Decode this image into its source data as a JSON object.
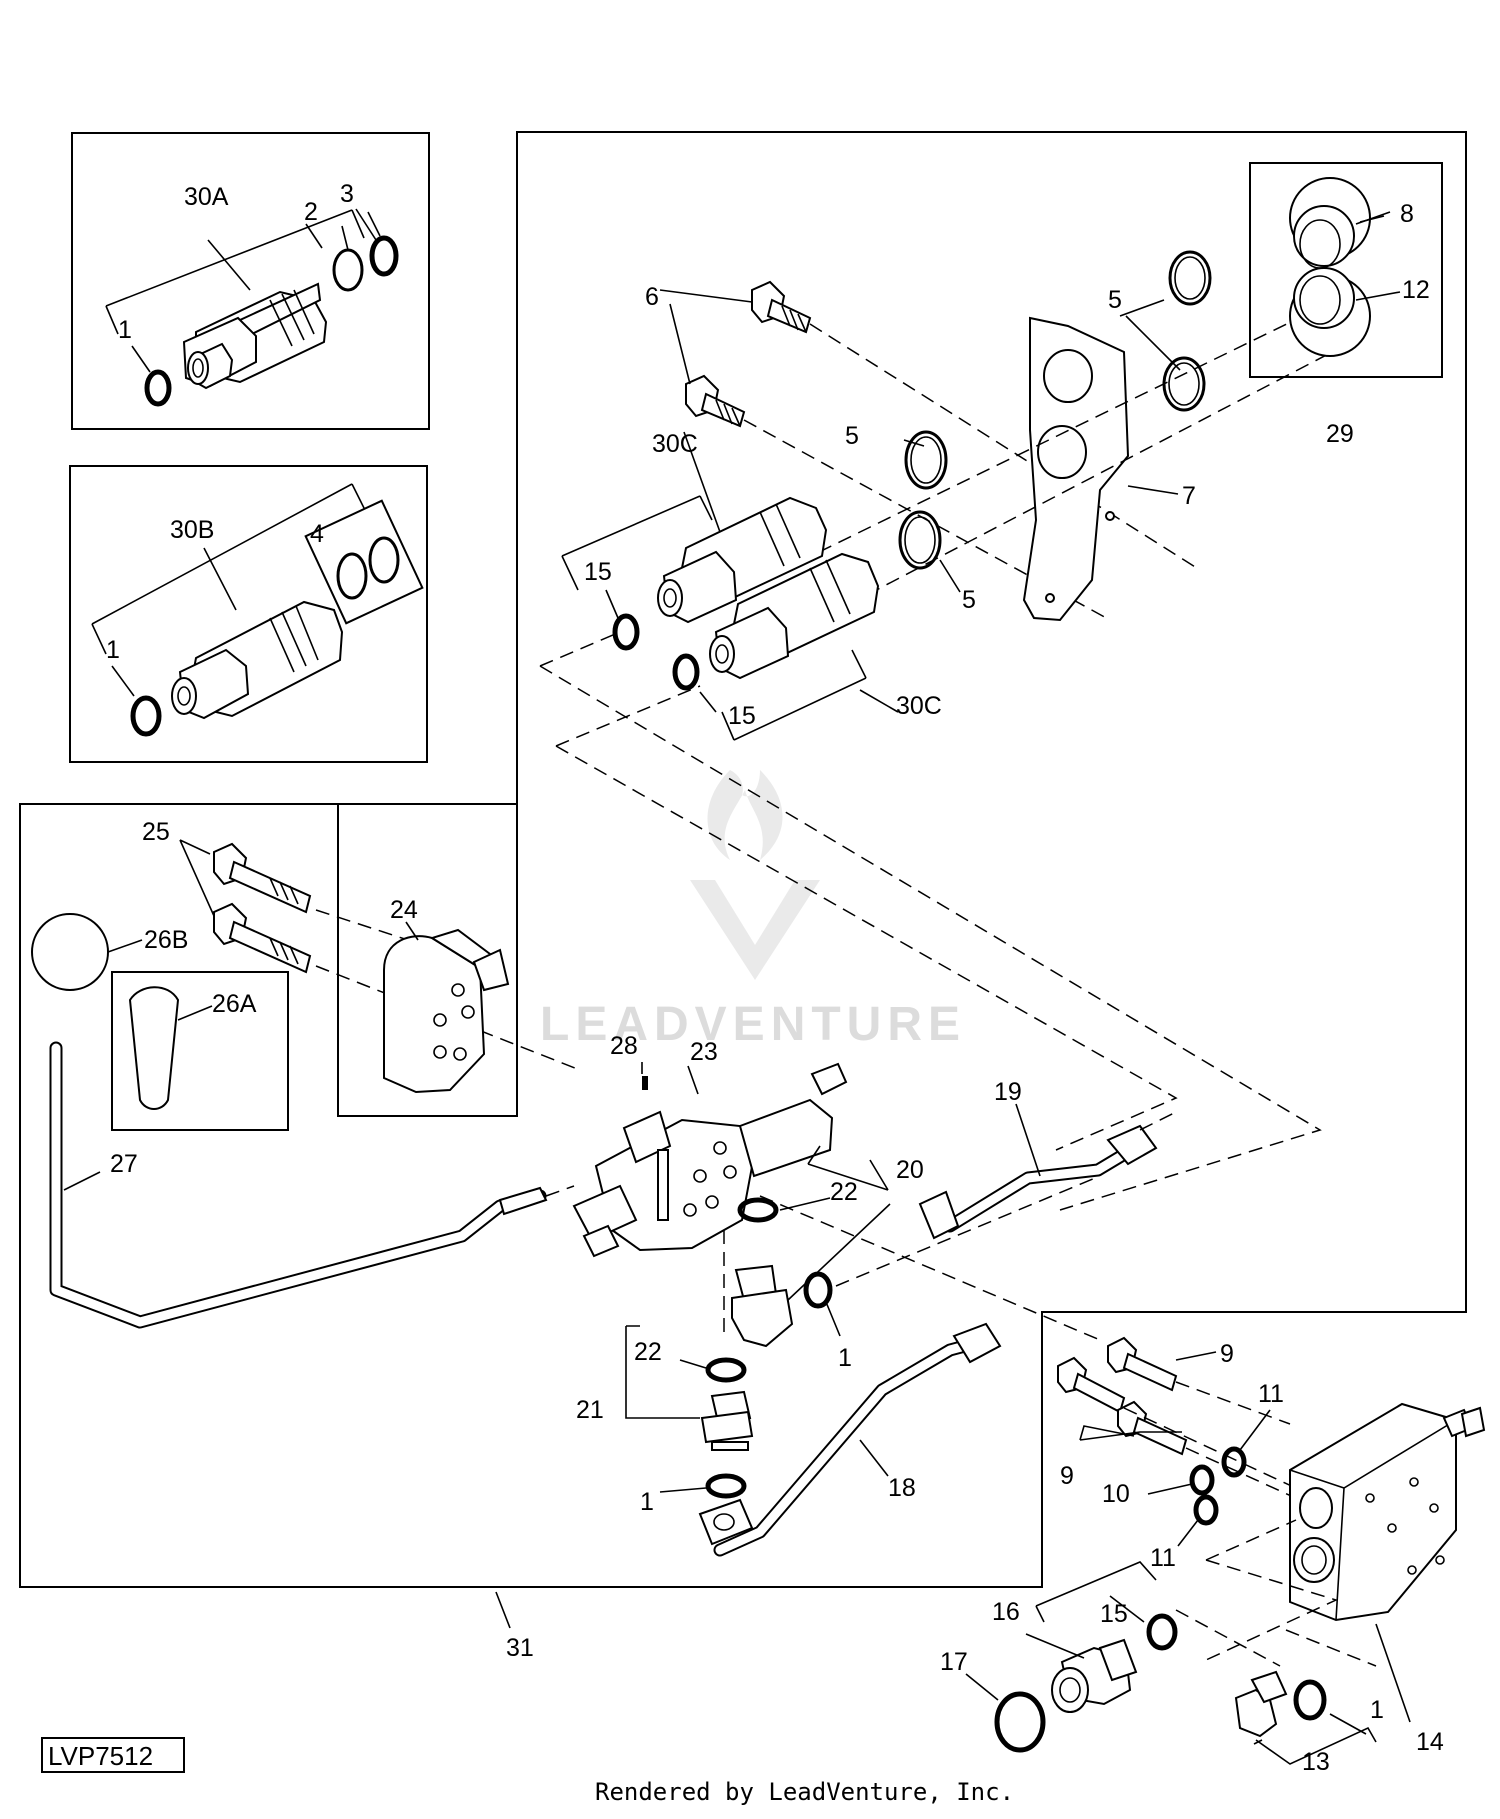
{
  "diagram": {
    "callouts": {
      "c1a": "1",
      "c2": "2",
      "c3": "3",
      "c30A": "30A",
      "c1b": "1",
      "c30B": "30B",
      "c4": "4",
      "c6": "6",
      "c5a": "5",
      "c8": "8",
      "c12": "12",
      "c29": "29",
      "c30Ca": "30C",
      "c5b": "5",
      "c5c": "5",
      "c7": "7",
      "c15a": "15",
      "c15b": "15",
      "c30Cb": "30C",
      "c25": "25",
      "c24": "24",
      "c26B": "26B",
      "c26A": "26A",
      "c28": "28",
      "c23": "23",
      "c27": "27",
      "c19": "19",
      "c22a": "22",
      "c20": "20",
      "c1c": "1",
      "c22b": "22",
      "c21": "21",
      "c1d": "1",
      "c18": "18",
      "c9a": "9",
      "c9b": "9",
      "c11a": "11",
      "c10": "10",
      "c11b": "11",
      "c31": "31",
      "c16": "16",
      "c15c": "15",
      "c17": "17",
      "c1e": "1",
      "c13": "13",
      "c14": "14"
    },
    "watermark": "LEADVENTURE",
    "figure_code": "LVP7512",
    "footer": "Rendered by LeadVenture, Inc."
  }
}
